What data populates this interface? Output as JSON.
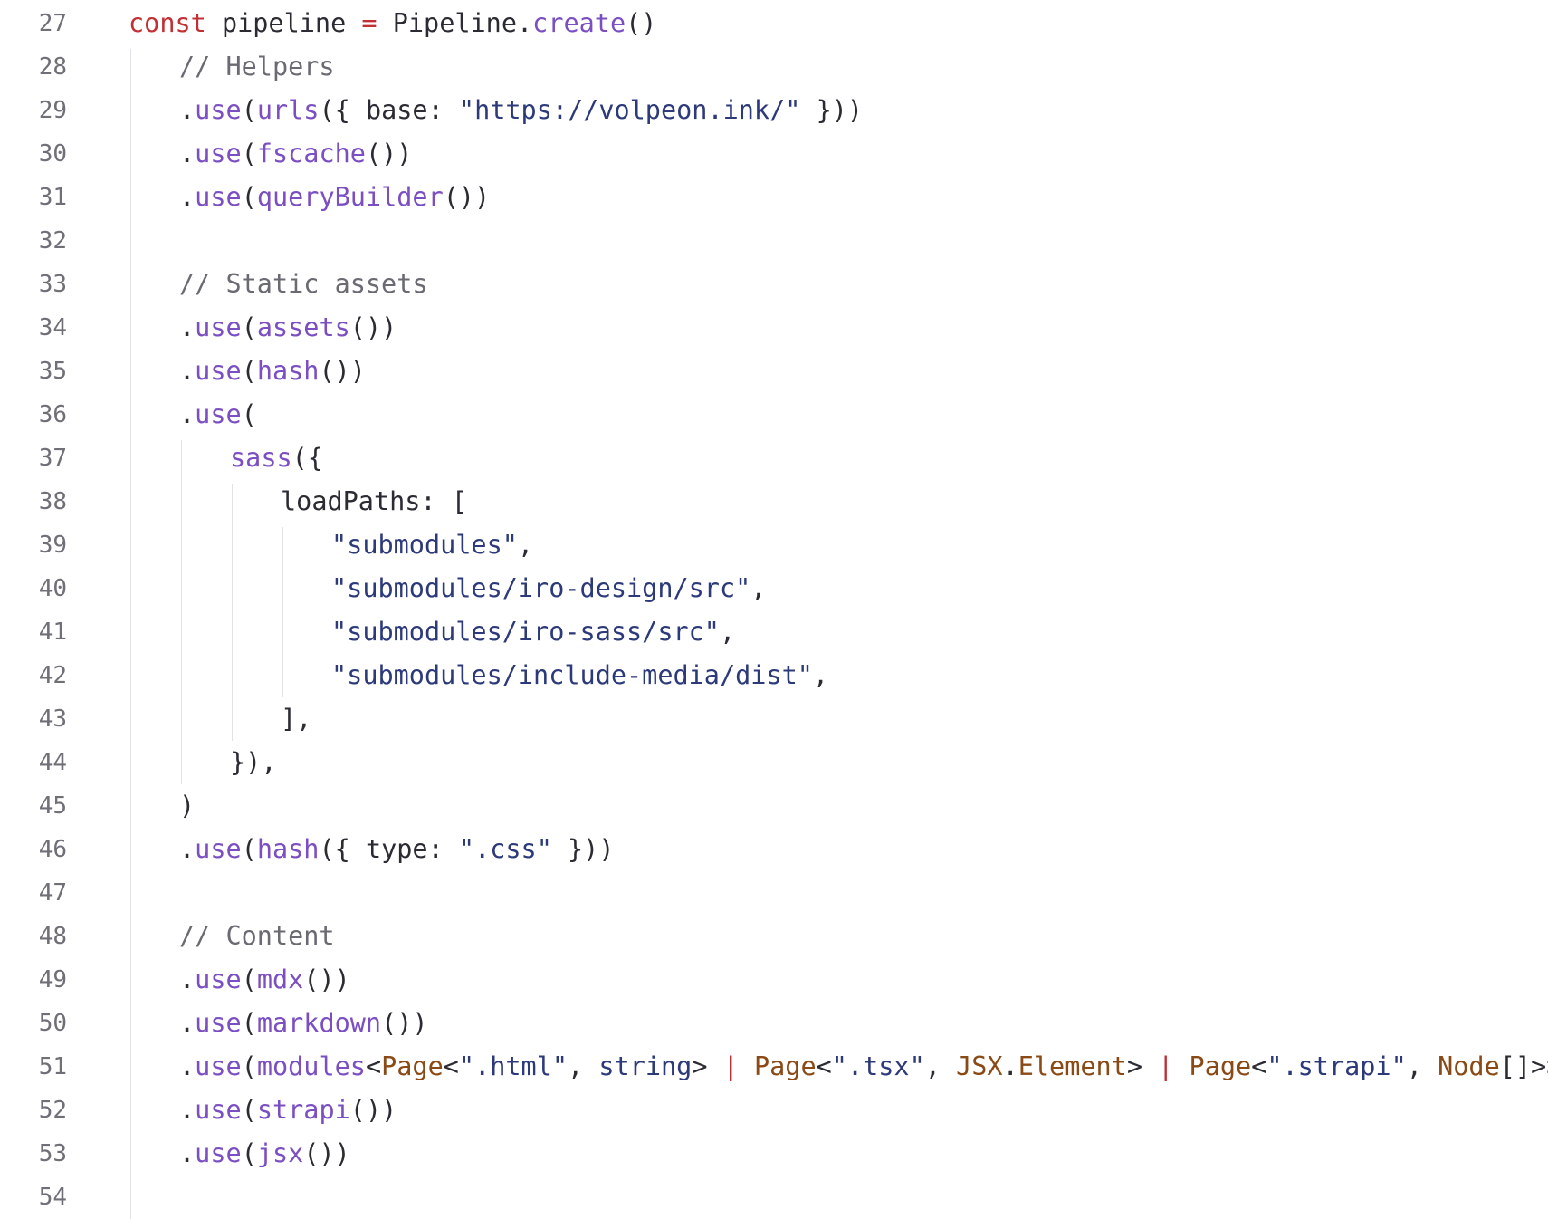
{
  "editor": {
    "colors": {
      "background": "#ffffff",
      "line_number": "#6f6f78",
      "keyword": "#c13035",
      "function": "#7b4fc2",
      "string": "#2d3a7a",
      "comment": "#6a6a72",
      "type": "#8a4a16",
      "plain": "#2b2b33",
      "indent_guide": "#e2e2e6"
    },
    "lines": [
      {
        "num": "27",
        "indent": 0,
        "tokens": [
          {
            "t": "const",
            "k": "kw"
          },
          {
            "t": " pipeline ",
            "k": "plain"
          },
          {
            "t": "=",
            "k": "op"
          },
          {
            "t": " Pipeline.",
            "k": "plain"
          },
          {
            "t": "create",
            "k": "fn"
          },
          {
            "t": "()",
            "k": "plain"
          }
        ]
      },
      {
        "num": "28",
        "indent": 1,
        "tokens": [
          {
            "t": "// Helpers",
            "k": "com"
          }
        ]
      },
      {
        "num": "29",
        "indent": 1,
        "tokens": [
          {
            "t": ".",
            "k": "plain"
          },
          {
            "t": "use",
            "k": "fn"
          },
          {
            "t": "(",
            "k": "plain"
          },
          {
            "t": "urls",
            "k": "fn"
          },
          {
            "t": "({ base: ",
            "k": "plain"
          },
          {
            "t": "\"https://volpeon.ink/\"",
            "k": "str"
          },
          {
            "t": " }))",
            "k": "plain"
          }
        ]
      },
      {
        "num": "30",
        "indent": 1,
        "tokens": [
          {
            "t": ".",
            "k": "plain"
          },
          {
            "t": "use",
            "k": "fn"
          },
          {
            "t": "(",
            "k": "plain"
          },
          {
            "t": "fscache",
            "k": "fn"
          },
          {
            "t": "())",
            "k": "plain"
          }
        ]
      },
      {
        "num": "31",
        "indent": 1,
        "tokens": [
          {
            "t": ".",
            "k": "plain"
          },
          {
            "t": "use",
            "k": "fn"
          },
          {
            "t": "(",
            "k": "plain"
          },
          {
            "t": "queryBuilder",
            "k": "fn"
          },
          {
            "t": "())",
            "k": "plain"
          }
        ]
      },
      {
        "num": "32",
        "indent": 1,
        "tokens": []
      },
      {
        "num": "33",
        "indent": 1,
        "tokens": [
          {
            "t": "// Static assets",
            "k": "com"
          }
        ]
      },
      {
        "num": "34",
        "indent": 1,
        "tokens": [
          {
            "t": ".",
            "k": "plain"
          },
          {
            "t": "use",
            "k": "fn"
          },
          {
            "t": "(",
            "k": "plain"
          },
          {
            "t": "assets",
            "k": "fn"
          },
          {
            "t": "())",
            "k": "plain"
          }
        ]
      },
      {
        "num": "35",
        "indent": 1,
        "tokens": [
          {
            "t": ".",
            "k": "plain"
          },
          {
            "t": "use",
            "k": "fn"
          },
          {
            "t": "(",
            "k": "plain"
          },
          {
            "t": "hash",
            "k": "fn"
          },
          {
            "t": "())",
            "k": "plain"
          }
        ]
      },
      {
        "num": "36",
        "indent": 1,
        "tokens": [
          {
            "t": ".",
            "k": "plain"
          },
          {
            "t": "use",
            "k": "fn"
          },
          {
            "t": "(",
            "k": "plain"
          }
        ]
      },
      {
        "num": "37",
        "indent": 2,
        "tokens": [
          {
            "t": "sass",
            "k": "fn"
          },
          {
            "t": "({",
            "k": "plain"
          }
        ]
      },
      {
        "num": "38",
        "indent": 3,
        "tokens": [
          {
            "t": "loadPaths: [",
            "k": "plain"
          }
        ]
      },
      {
        "num": "39",
        "indent": 4,
        "tokens": [
          {
            "t": "\"submodules\"",
            "k": "str"
          },
          {
            "t": ",",
            "k": "plain"
          }
        ]
      },
      {
        "num": "40",
        "indent": 4,
        "tokens": [
          {
            "t": "\"submodules/iro-design/src\"",
            "k": "str"
          },
          {
            "t": ",",
            "k": "plain"
          }
        ]
      },
      {
        "num": "41",
        "indent": 4,
        "tokens": [
          {
            "t": "\"submodules/iro-sass/src\"",
            "k": "str"
          },
          {
            "t": ",",
            "k": "plain"
          }
        ]
      },
      {
        "num": "42",
        "indent": 4,
        "tokens": [
          {
            "t": "\"submodules/include-media/dist\"",
            "k": "str"
          },
          {
            "t": ",",
            "k": "plain"
          }
        ]
      },
      {
        "num": "43",
        "indent": 3,
        "tokens": [
          {
            "t": "],",
            "k": "plain"
          }
        ]
      },
      {
        "num": "44",
        "indent": 2,
        "tokens": [
          {
            "t": "}),",
            "k": "plain"
          }
        ]
      },
      {
        "num": "45",
        "indent": 1,
        "tokens": [
          {
            "t": ")",
            "k": "plain"
          }
        ]
      },
      {
        "num": "46",
        "indent": 1,
        "tokens": [
          {
            "t": ".",
            "k": "plain"
          },
          {
            "t": "use",
            "k": "fn"
          },
          {
            "t": "(",
            "k": "plain"
          },
          {
            "t": "hash",
            "k": "fn"
          },
          {
            "t": "({ type: ",
            "k": "plain"
          },
          {
            "t": "\".css\"",
            "k": "str"
          },
          {
            "t": " }))",
            "k": "plain"
          }
        ]
      },
      {
        "num": "47",
        "indent": 1,
        "tokens": []
      },
      {
        "num": "48",
        "indent": 1,
        "tokens": [
          {
            "t": "// Content",
            "k": "com"
          }
        ]
      },
      {
        "num": "49",
        "indent": 1,
        "tokens": [
          {
            "t": ".",
            "k": "plain"
          },
          {
            "t": "use",
            "k": "fn"
          },
          {
            "t": "(",
            "k": "plain"
          },
          {
            "t": "mdx",
            "k": "fn"
          },
          {
            "t": "())",
            "k": "plain"
          }
        ]
      },
      {
        "num": "50",
        "indent": 1,
        "tokens": [
          {
            "t": ".",
            "k": "plain"
          },
          {
            "t": "use",
            "k": "fn"
          },
          {
            "t": "(",
            "k": "plain"
          },
          {
            "t": "markdown",
            "k": "fn"
          },
          {
            "t": "())",
            "k": "plain"
          }
        ]
      },
      {
        "num": "51",
        "indent": 1,
        "tokens": [
          {
            "t": ".",
            "k": "plain"
          },
          {
            "t": "use",
            "k": "fn"
          },
          {
            "t": "(",
            "k": "plain"
          },
          {
            "t": "modules",
            "k": "fn"
          },
          {
            "t": "<",
            "k": "plain"
          },
          {
            "t": "Page",
            "k": "type"
          },
          {
            "t": "<",
            "k": "plain"
          },
          {
            "t": "\".html\"",
            "k": "str"
          },
          {
            "t": ", ",
            "k": "plain"
          },
          {
            "t": "string",
            "k": "str"
          },
          {
            "t": "> ",
            "k": "plain"
          },
          {
            "t": "|",
            "k": "op"
          },
          {
            "t": " ",
            "k": "plain"
          },
          {
            "t": "Page",
            "k": "type"
          },
          {
            "t": "<",
            "k": "plain"
          },
          {
            "t": "\".tsx\"",
            "k": "str"
          },
          {
            "t": ", ",
            "k": "plain"
          },
          {
            "t": "JSX",
            "k": "type"
          },
          {
            "t": ".",
            "k": "plain"
          },
          {
            "t": "Element",
            "k": "type"
          },
          {
            "t": "> ",
            "k": "plain"
          },
          {
            "t": "|",
            "k": "op"
          },
          {
            "t": " ",
            "k": "plain"
          },
          {
            "t": "Page",
            "k": "type"
          },
          {
            "t": "<",
            "k": "plain"
          },
          {
            "t": "\".strapi\"",
            "k": "str"
          },
          {
            "t": ", ",
            "k": "plain"
          },
          {
            "t": "Node",
            "k": "type"
          },
          {
            "t": "[]>>())",
            "k": "plain"
          }
        ]
      },
      {
        "num": "52",
        "indent": 1,
        "tokens": [
          {
            "t": ".",
            "k": "plain"
          },
          {
            "t": "use",
            "k": "fn"
          },
          {
            "t": "(",
            "k": "plain"
          },
          {
            "t": "strapi",
            "k": "fn"
          },
          {
            "t": "())",
            "k": "plain"
          }
        ]
      },
      {
        "num": "53",
        "indent": 1,
        "tokens": [
          {
            "t": ".",
            "k": "plain"
          },
          {
            "t": "use",
            "k": "fn"
          },
          {
            "t": "(",
            "k": "plain"
          },
          {
            "t": "jsx",
            "k": "fn"
          },
          {
            "t": "())",
            "k": "plain"
          }
        ]
      },
      {
        "num": "54",
        "indent": 1,
        "tokens": []
      }
    ]
  }
}
